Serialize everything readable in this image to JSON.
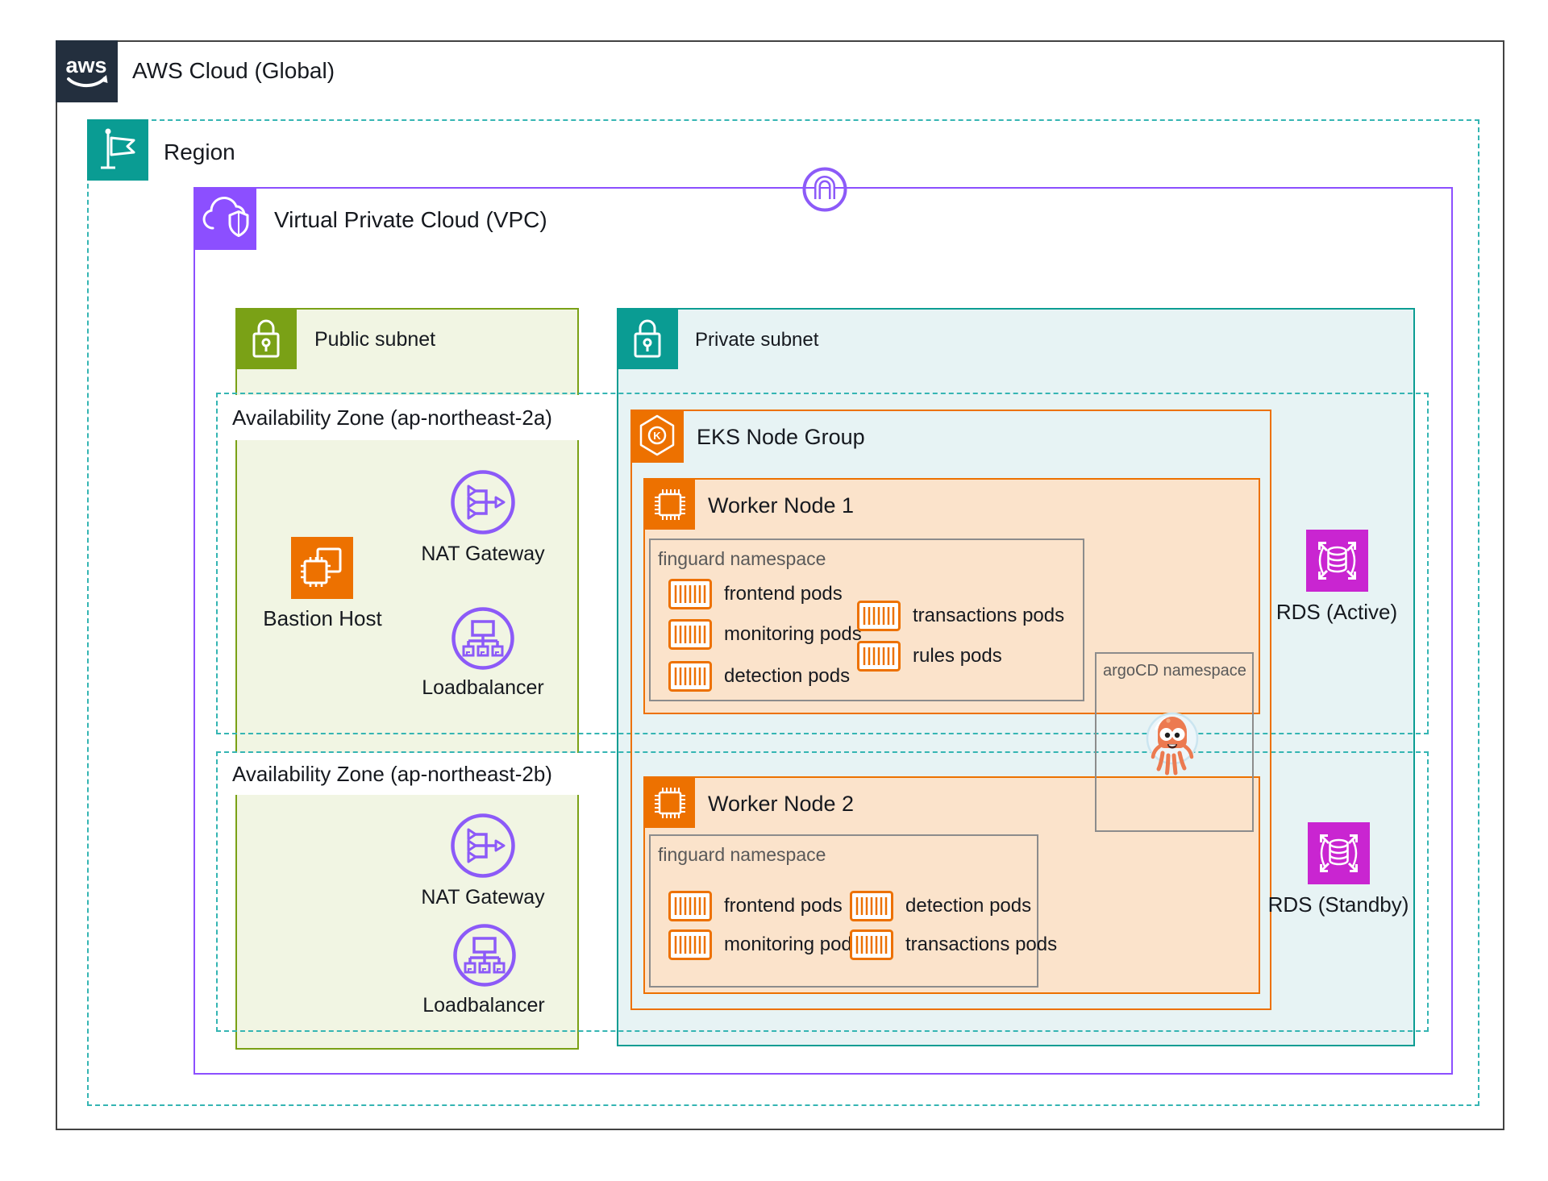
{
  "colors": {
    "navy": "#232F3E",
    "teal": "#0A9C93",
    "teal_dash": "#35B5B3",
    "green": "#7AA116",
    "green_fill": "#F1F5E3",
    "teal_fill": "#E7F3F4",
    "purple": "#8C4FFF",
    "resource_purple": "#8C5AF8",
    "orange": "#ED7100",
    "peach_fill": "#FBE3CB",
    "magenta": "#C925D1",
    "gray_border": "#8C8C8C",
    "octopus_orange": "#EC7A50",
    "text": "#16191F"
  },
  "cloud": {
    "title": "AWS Cloud (Global)",
    "logo_text": "aws"
  },
  "region": {
    "label": "Region"
  },
  "vpc": {
    "label": "Virtual Private Cloud (VPC)"
  },
  "subnets": {
    "public": "Public subnet",
    "private": "Private subnet"
  },
  "azs": {
    "a": "Availability Zone (ap-northeast-2a)",
    "b": "Availability Zone (ap-northeast-2b)"
  },
  "public_items": {
    "bastion": "Bastion Host",
    "nat_a": "NAT Gateway",
    "lb_a": "Loadbalancer",
    "nat_b": "NAT Gateway",
    "lb_b": "Loadbalancer"
  },
  "eks": {
    "label": "EKS Node Group"
  },
  "worker1": {
    "label": "Worker Node 1",
    "namespace": "finguard namespace",
    "pods_left": [
      "frontend pods",
      "monitoring pods",
      "detection pods"
    ],
    "pods_right": [
      "transactions pods",
      "rules pods"
    ]
  },
  "worker2": {
    "label": "Worker Node 2",
    "namespace": "finguard namespace",
    "pods_left": [
      "frontend pods",
      "monitoring pods"
    ],
    "pods_right": [
      "detection pods",
      "transactions pods"
    ]
  },
  "argocd": {
    "label": "argoCD namespace"
  },
  "rds": {
    "active": "RDS (Active)",
    "standby": "RDS (Standby)"
  }
}
